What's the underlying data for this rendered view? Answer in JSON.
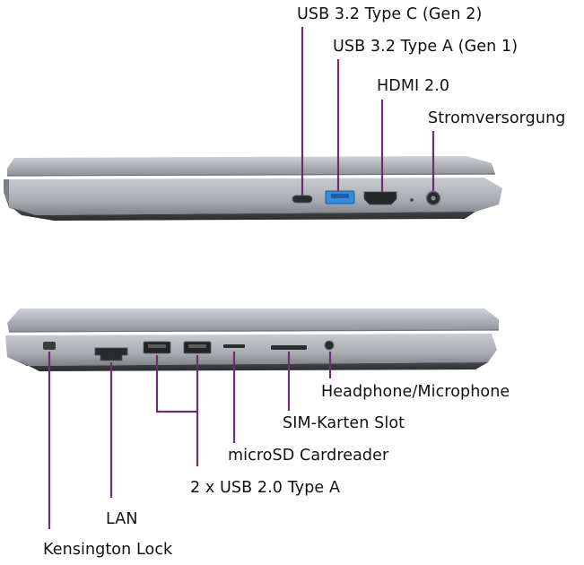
{
  "colors": {
    "callout_line": "#6d2f72",
    "label_text": "#111111",
    "laptop_body": "#b9bcc0",
    "laptop_dark": "#3a3c40",
    "usb_a_blue": "#2f8ee0"
  },
  "top_view": {
    "labels": {
      "usb_c": "USB 3.2 Type C (Gen 2)",
      "usb_a": "USB 3.2 Type A (Gen 1)",
      "hdmi": "HDMI 2.0",
      "power": "Stromversorgung"
    }
  },
  "bottom_view": {
    "labels": {
      "headphone": "Headphone/Microphone",
      "sim": "SIM-Karten Slot",
      "microsd": "microSD Cardreader",
      "usb2": "2 x USB 2.0 Type A",
      "lan": "LAN",
      "kensington": "Kensington Lock"
    }
  }
}
